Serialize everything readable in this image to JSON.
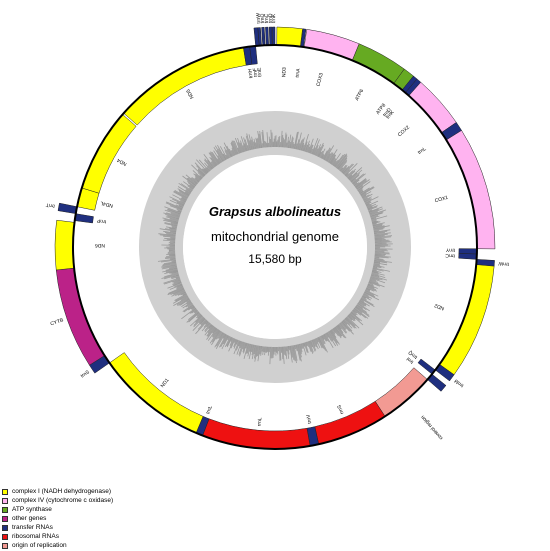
{
  "title": {
    "species": "Grapsus albolineatus",
    "subtitle": "mitochondrial genome",
    "length": "15,580 bp"
  },
  "colors": {
    "complex_I": "#ffff00",
    "complex_IV": "#ffb3f0",
    "atp": "#66aa22",
    "other": "#bb2288",
    "trna": "#1f2f7f",
    "rrna": "#ee1111",
    "origin": "#f29a93",
    "gc_dark": "#999999",
    "gc_light": "#d0d0d0"
  },
  "legend": [
    {
      "label": "complex I (NADH dehydrogenase)",
      "color": "#ffff00"
    },
    {
      "label": "complex IV (cytochrome c oxidase)",
      "color": "#ffb3f0"
    },
    {
      "label": "ATP synthase",
      "color": "#66aa22"
    },
    {
      "label": "other genes",
      "color": "#bb2288"
    },
    {
      "label": "transfer RNAs",
      "color": "#1f2f7f"
    },
    {
      "label": "ribosomal RNAs",
      "color": "#ee1111"
    },
    {
      "label": "origin of replication",
      "color": "#f29a93"
    }
  ],
  "genes": [
    {
      "name": "trnW",
      "start": -4.5,
      "end": -3.8,
      "strand": "H",
      "type": "trna"
    },
    {
      "name": "trnQ",
      "start": -3.5,
      "end": -2.8,
      "strand": "H",
      "type": "trna"
    },
    {
      "name": "trnC",
      "start": -2.5,
      "end": -1.8,
      "strand": "H",
      "type": "trna"
    },
    {
      "name": "trnD",
      "start": -1.5,
      "end": -0.8,
      "strand": "H",
      "type": "trna"
    },
    {
      "name": "trnK",
      "start": -0.7,
      "end": 0.0,
      "strand": "H",
      "type": "trna"
    },
    {
      "name": "ND3",
      "start": 0.5,
      "end": 7.2,
      "strand": "H",
      "type": "complex_I"
    },
    {
      "name": "trnA",
      "start": 7.3,
      "end": 8.1,
      "strand": "H",
      "type": "trna"
    },
    {
      "name": "COX3",
      "start": 8.3,
      "end": 22.5,
      "strand": "H",
      "type": "complex_IV"
    },
    {
      "name": "ATP6",
      "start": 22.5,
      "end": 36.0,
      "strand": "H",
      "type": "atp"
    },
    {
      "name": "ATP8",
      "start": 36.0,
      "end": 39.0,
      "strand": "H",
      "type": "atp"
    },
    {
      "name": "trnD",
      "start": 39.0,
      "end": 40.2,
      "strand": "H",
      "type": "trna"
    },
    {
      "name": "trnK",
      "start": 40.2,
      "end": 41.5,
      "strand": "H",
      "type": "trna"
    },
    {
      "name": "COX2",
      "start": 41.5,
      "end": 55.5,
      "strand": "H",
      "type": "complex_IV"
    },
    {
      "name": "trnL",
      "start": 55.5,
      "end": 58.0,
      "strand": "H",
      "type": "trna"
    },
    {
      "name": "COX1",
      "start": 58.0,
      "end": 90.5,
      "strand": "H",
      "type": "complex_IV"
    },
    {
      "name": "trnY",
      "start": 90.5,
      "end": 92.0,
      "strand": "L",
      "type": "trna"
    },
    {
      "name": "trnC",
      "start": 92.0,
      "end": 93.5,
      "strand": "L",
      "type": "trna"
    },
    {
      "name": "trnW",
      "start": 93.5,
      "end": 95.0,
      "strand": "H",
      "type": "trna"
    },
    {
      "name": "ND2",
      "start": 95.0,
      "end": 125.5,
      "strand": "H",
      "type": "complex_I"
    },
    {
      "name": "trnM",
      "start": 125.5,
      "end": 127.5,
      "strand": "H",
      "type": "trna"
    },
    {
      "name": "trnQ",
      "start": 127.5,
      "end": 129.0,
      "strand": "L",
      "type": "trna"
    },
    {
      "name": "trnI",
      "start": 129.0,
      "end": 131.0,
      "strand": "H",
      "type": "trna"
    },
    {
      "name": "control region",
      "start": 131.0,
      "end": 147.0,
      "strand": "L",
      "type": "origin"
    },
    {
      "name": "rrnS",
      "start": 147.0,
      "end": 167.5,
      "strand": "L",
      "type": "rrna"
    },
    {
      "name": "trnV",
      "start": 167.5,
      "end": 170.0,
      "strand": "L",
      "type": "trna"
    },
    {
      "name": "rrnL",
      "start": 170.0,
      "end": 201.0,
      "strand": "L",
      "type": "rrna"
    },
    {
      "name": "trnL",
      "start": 201.0,
      "end": 203.0,
      "strand": "L",
      "type": "trna"
    },
    {
      "name": "ND1",
      "start": 203.0,
      "end": 235.0,
      "strand": "L",
      "type": "complex_I"
    },
    {
      "name": "trnS",
      "start": 235.0,
      "end": 237.5,
      "strand": "H",
      "type": "trna"
    },
    {
      "name": "CYTB",
      "start": 237.5,
      "end": 264.0,
      "strand": "H",
      "type": "other"
    },
    {
      "name": "ND6",
      "start": 264.0,
      "end": 277.0,
      "strand": "H",
      "type": "complex_I"
    },
    {
      "name": "trnP",
      "start": 277.5,
      "end": 279.5,
      "strand": "L",
      "type": "trna"
    },
    {
      "name": "trnT",
      "start": 279.5,
      "end": 281.5,
      "strand": "H",
      "type": "trna"
    },
    {
      "name": "ND4L",
      "start": 281.5,
      "end": 287.0,
      "strand": "L",
      "type": "complex_I"
    },
    {
      "name": "ND4",
      "start": 287.0,
      "end": 311.0,
      "strand": "L",
      "type": "complex_I"
    },
    {
      "name": "ND5",
      "start": 311.5,
      "end": 351.0,
      "strand": "L",
      "type": "complex_I"
    },
    {
      "name": "trnH",
      "start": 351.0,
      "end": 352.8,
      "strand": "L",
      "type": "trna"
    },
    {
      "name": "trnF",
      "start": 352.8,
      "end": 354.5,
      "strand": "L",
      "type": "trna"
    },
    {
      "name": "trnE",
      "start": 354.5,
      "end": 355.5,
      "strand": "H",
      "type": "trna"
    }
  ],
  "labels": [
    {
      "text": "trnW",
      "angle": -4.1,
      "side": "out"
    },
    {
      "text": "trnQ",
      "angle": -3.1,
      "side": "out"
    },
    {
      "text": "trnC",
      "angle": -2.1,
      "side": "out"
    },
    {
      "text": "trnD",
      "angle": -1.1,
      "side": "out"
    },
    {
      "text": "trnK",
      "angle": -0.3,
      "side": "out"
    },
    {
      "text": "ND3",
      "angle": 3.0,
      "side": "in"
    },
    {
      "text": "trnA",
      "angle": 7.5,
      "side": "in"
    },
    {
      "text": "COX3",
      "angle": 15.0,
      "side": "in"
    },
    {
      "text": "ATP6",
      "angle": 29.0,
      "side": "in"
    },
    {
      "text": "ATP8",
      "angle": 37.5,
      "side": "in"
    },
    {
      "text": "trnD",
      "angle": 39.8,
      "side": "in"
    },
    {
      "text": "trnK",
      "angle": 41.0,
      "side": "in"
    },
    {
      "text": "COX2",
      "angle": 48.0,
      "side": "in"
    },
    {
      "text": "trnL",
      "angle": 56.8,
      "side": "in"
    },
    {
      "text": "COX1",
      "angle": 74.0,
      "side": "in"
    },
    {
      "text": "trnY",
      "angle": 91.0,
      "side": "in"
    },
    {
      "text": "trnC",
      "angle": 92.8,
      "side": "in"
    },
    {
      "text": "trnW",
      "angle": 94.2,
      "side": "out"
    },
    {
      "text": "ND2",
      "angle": 110.0,
      "side": "in"
    },
    {
      "text": "trnM",
      "angle": 126.5,
      "side": "out"
    },
    {
      "text": "trnQ",
      "angle": 128.0,
      "side": "in"
    },
    {
      "text": "trnI",
      "angle": 130.0,
      "side": "in"
    },
    {
      "text": "control region",
      "angle": 139.0,
      "side": "out"
    },
    {
      "text": "rrnS",
      "angle": 158.0,
      "side": "in"
    },
    {
      "text": "trnV",
      "angle": 168.8,
      "side": "in"
    },
    {
      "text": "rrnL",
      "angle": 185.0,
      "side": "in"
    },
    {
      "text": "trnL",
      "angle": 202.0,
      "side": "in"
    },
    {
      "text": "ND1",
      "angle": 219.0,
      "side": "in"
    },
    {
      "text": "trnS",
      "angle": 236.2,
      "side": "out"
    },
    {
      "text": "CYTB",
      "angle": 251.0,
      "side": "out"
    },
    {
      "text": "ND6",
      "angle": 270.5,
      "side": "in"
    },
    {
      "text": "trnP",
      "angle": 278.5,
      "side": "in"
    },
    {
      "text": "trnT",
      "angle": 280.5,
      "side": "out"
    },
    {
      "text": "ND4L",
      "angle": 284.2,
      "side": "in"
    },
    {
      "text": "ND4",
      "angle": 299.0,
      "side": "in"
    },
    {
      "text": "ND5",
      "angle": 331.0,
      "side": "in"
    },
    {
      "text": "trnH",
      "angle": 352.0,
      "side": "in"
    },
    {
      "text": "trnF",
      "angle": 353.6,
      "side": "in"
    },
    {
      "text": "trnE",
      "angle": 355.0,
      "side": "in"
    }
  ]
}
